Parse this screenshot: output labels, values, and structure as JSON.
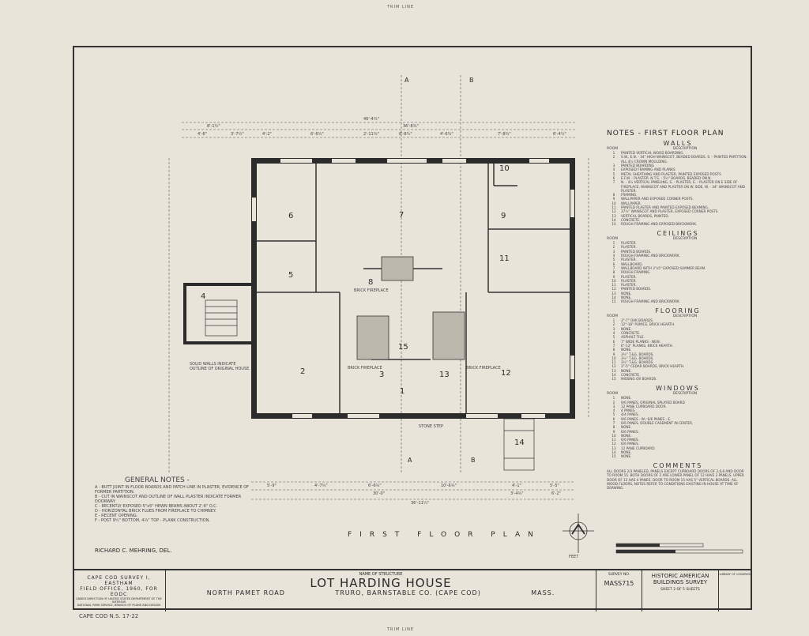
{
  "trim_line_top": "TRIM LINE",
  "trim_line_bottom": "TRIM LINE",
  "plan": {
    "title": "FIRST FLOOR PLAN",
    "section_marks": [
      "A",
      "B",
      "A",
      "B"
    ],
    "rooms": [
      "1",
      "2",
      "3",
      "4",
      "5",
      "6",
      "7",
      "8",
      "9",
      "10",
      "11",
      "12",
      "13",
      "14",
      "15"
    ],
    "dims_top": {
      "overall": "46'-4¾\"",
      "main": "36'-8¾\"",
      "left_group": "8'-1½\"",
      "segments": [
        "4'-6\"",
        "3'-7½\"",
        "4'-2\"",
        "6'-6¾\"",
        "2'-11¾\"",
        "6'-8¼\"",
        "4'-6¾\"",
        "7'-8¾\"",
        "6'-4¼\""
      ]
    },
    "dims_bottom": {
      "segments": [
        "5'-9\"",
        "4'-7¾\"",
        "6'-6¾\"",
        "10'-6¾\"",
        "4'-1\"",
        "5'-5\""
      ],
      "sub": [
        "30'-0\"",
        "3'-4¾\"",
        "6'-2\""
      ],
      "overall": "36'-11¼\""
    },
    "annotations": {
      "solid_walls": "SOLID WALLS INDICATE OUTLINE OF ORIGINAL HOUSE.",
      "brick_fireplace_left": "BRICK FIREPLACE",
      "brick_fireplace_right": "BRICK FIREPLACE",
      "stone_step": "STONE STEP",
      "brick_fireplace_rear": "BRICK FIREPLACE",
      "delineator": "RICHARD C. MEHRING, DEL."
    },
    "scale_label": "FEET"
  },
  "notes": {
    "title": "NOTES - FIRST FLOOR PLAN",
    "room_col": "ROOM",
    "desc_col": "DESCRIPTION",
    "walls": {
      "heading": "WALLS",
      "items": [
        [
          "1",
          "PAINTED VERTICAL WOOD BOARDING."
        ],
        [
          "2",
          "S.W., E.N. - 34\" HIGH WAINSCOT, BEADED BOARDS. S. - PAINTED PARTITION. ALL 4½ CROWN MOULDING."
        ],
        [
          "3",
          "PAINTED BOARDING"
        ],
        [
          "4",
          "EXPOSED FRAMING AND PLANKS"
        ],
        [
          "5",
          "METAL SHEATHING AND PLASTER, PAINTED EXPOSED POSTS"
        ],
        [
          "6",
          "E.F.W. - PLASTER. N.T.S. - 5½\" BOARDS, BEADED ON N."
        ],
        [
          "7",
          "N. - 4½ VERTICAL PANELING, S. - PLASTER, E. - PLASTER ON E SIDE OF FIREPLACE, WAINSCOT AND PLASTER ON W. SIDE, W. - 34\" WAINSCOT AND PLASTER."
        ],
        [
          "8",
          "FRAMING."
        ],
        [
          "9",
          "WALLPAPER AND EXPOSED CORNER POSTS."
        ],
        [
          "10",
          "WALLPAPER."
        ],
        [
          "11",
          "PAINTED PLASTER AND PAINTED EXPOSED BEAMING."
        ],
        [
          "12",
          "37½\" WAINSCOT AND PLASTER, EXPOSED CORNER POSTS"
        ],
        [
          "13",
          "VERTICAL BOARDS, PAINTED."
        ],
        [
          "14",
          "CONCRETE."
        ],
        [
          "15",
          "ROUGH FRAMING AND EXPOSED BRICKWORK."
        ]
      ]
    },
    "ceilings": {
      "heading": "CEILINGS",
      "items": [
        [
          "1",
          "PLASTER."
        ],
        [
          "2",
          "PLASTER."
        ],
        [
          "3",
          "PAINTED BOARDS."
        ],
        [
          "4",
          "ROUGH FRAMING AND BRICKWORK."
        ],
        [
          "5",
          "PLASTER."
        ],
        [
          "6",
          "WALLBOARD."
        ],
        [
          "7",
          "WALLBOARD WITH 3\"x5\" EXPOSED SUMMER BEAM."
        ],
        [
          "8",
          "ROUGH FRAMING."
        ],
        [
          "9",
          "PLASTER."
        ],
        [
          "10",
          "PLASTER."
        ],
        [
          "11",
          "PLASTER."
        ],
        [
          "12",
          "PAINTED BOARDS."
        ],
        [
          "13",
          "NONE."
        ],
        [
          "14",
          "NONE."
        ],
        [
          "15",
          "ROUGH FRAMING AND BRICKWORK."
        ]
      ]
    },
    "flooring": {
      "heading": "FLOORING",
      "items": [
        [
          "1",
          "3\"-7\" OAK BOARDS."
        ],
        [
          "2",
          "12\"-18\" PUMICE, BRICK HEARTH."
        ],
        [
          "3",
          "NONE."
        ],
        [
          "4",
          "CONCRETE."
        ],
        [
          "5",
          "ASPHALT TILE."
        ],
        [
          "6",
          "7\" WIDE PLANKS - NEW."
        ],
        [
          "7",
          "6\"-12\" PLANKS, BRICK HEARTH."
        ],
        [
          "8",
          "NONE."
        ],
        [
          "9",
          "3½\" T.&G. BOARDS."
        ],
        [
          "10",
          "3½\" T.&G. BOARDS."
        ],
        [
          "11",
          "3½\" T.&G. BOARDS."
        ],
        [
          "12",
          "3\"-5\" CEDAR BOARDS, BRICK HEARTH."
        ],
        [
          "13",
          "NONE."
        ],
        [
          "14",
          "CONCRETE."
        ],
        [
          "15",
          "MISSING OR BOARDS."
        ]
      ]
    },
    "windows": {
      "heading": "WINDOWS",
      "items": [
        [
          "1",
          "NONE."
        ],
        [
          "2",
          "9/6 PANES, ORIGINAL SPLAYED BOARD"
        ],
        [
          "3",
          "12 PANE CUPBOARD DOOR."
        ],
        [
          "4",
          "4 PANES"
        ],
        [
          "5",
          "4/4 PANES."
        ],
        [
          "6",
          "9/6 PANES - W.; 6/6 PANES - E."
        ],
        [
          "7",
          "6/6 PANES, DOUBLE CASEMENT IN CENTER."
        ],
        [
          "8",
          "NONE."
        ],
        [
          "9",
          "6/6 PANES."
        ],
        [
          "10",
          "NONE."
        ],
        [
          "11",
          "6/6 PANES."
        ],
        [
          "12",
          "6/6 PANES."
        ],
        [
          "13",
          "12 PANE CUPBOARD."
        ],
        [
          "14",
          "NONE."
        ],
        [
          "15",
          "NONE."
        ]
      ]
    },
    "comments": {
      "heading": "COMMENTS",
      "text": "ALL DOORS 2/3 PANELED, PANELS EXCEPT CUPBOARD DOORS OF 2,6,8 AND DOOR TO ROOM 15. BOTH DOORS OF 2 ARE LOWER PANEL OF 12 HAVE 3 PANELS. UPPER DOOR OF 13 HAS 4 PANES. DOOR TO ROOM 15 HAS 5\" VERTICAL BOARDS. ALL WOOD FLOORS, NOTES REFER TO CONDITIONS EXISTING IN HOUSE AT TIME OF DRAWING."
    }
  },
  "general_notes": {
    "title": "GENERAL NOTES -",
    "items": [
      "A - BUTT JOINT IN FLOOR BOARDS AND PATCH LINE IN PLASTER, EVIDENCE OF FORMER PARTITION.",
      "B - CUT IN WAINSCOT AND OUTLINE OF WALL PLASTER INDICATE FORMER DOORWAY.",
      "C - RECENTLY EXPOSED 5\"x5\" HEWN BEAMS ABOUT 2'-6\" O.C.",
      "D - HORIZONTAL BRICK FLUES FROM FIREPLACE TO CHIMNEY.",
      "E - RECENT OPENING.",
      "F - POST 9¼\" BOTTOM, 4¾\" TOP - PLANK CONSTRUCTION."
    ]
  },
  "title_block": {
    "survey_line1": "CAPE COD SURVEY I, EASTHAM",
    "survey_line2": "FIELD OFFICE, 1960, FOR EODC",
    "survey_line3": "UNDER DIRECTION OF UNITED STATES DEPARTMENT OF THE INTERIOR",
    "survey_line4": "NATIONAL PARK SERVICE, BRANCH OF PLANS AND DESIGN",
    "name_label": "NAME OF STRUCTURE",
    "structure_name": "LOT HARDING HOUSE",
    "road": "NORTH PAMET ROAD",
    "town": "TRURO, BARNSTABLE CO. (CAPE COD)",
    "state": "MASS.",
    "survey_no_label": "SURVEY NO.",
    "survey_no": "MASS715",
    "habs_line1": "HISTORIC AMERICAN",
    "habs_line2": "BUILDINGS SURVEY",
    "sheet": "SHEET 2 OF 5 SHEETS",
    "library": "LIBRARY OF CONGRESS"
  },
  "sheet_ref": "CAPE COD N.S. 17-22"
}
